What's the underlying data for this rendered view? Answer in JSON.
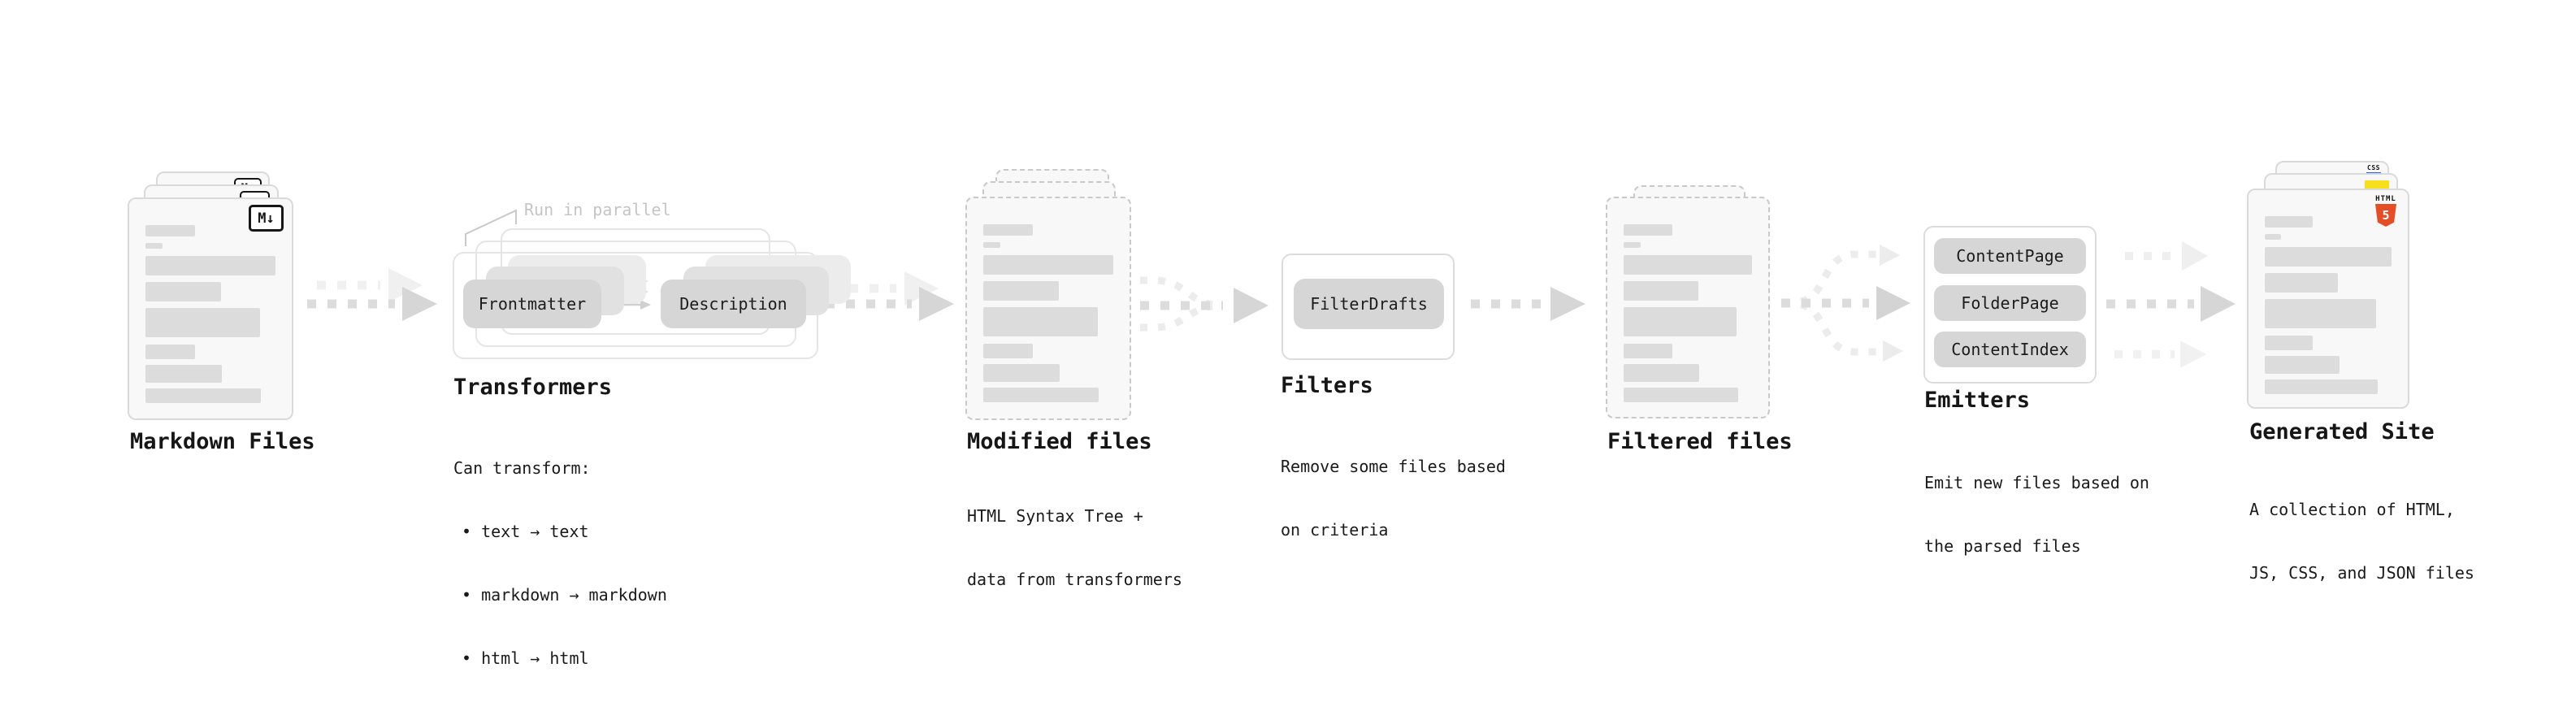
{
  "diagram": {
    "stages": {
      "markdown": {
        "title": "Markdown Files"
      },
      "transformers": {
        "title": "Transformers",
        "note": "Run in parallel",
        "pill_left": "Frontmatter",
        "pill_right": "Description",
        "desc_heading": "Can transform:",
        "bullets": [
          "• text → text",
          "• markdown → markdown",
          "• html → html"
        ]
      },
      "modified": {
        "title": "Modified files",
        "desc_lines": [
          "HTML Syntax Tree +",
          "data from transformers"
        ]
      },
      "filters": {
        "title": "Filters",
        "pill": "FilterDrafts",
        "desc_lines": [
          "Remove some files based",
          "on criteria"
        ]
      },
      "filtered": {
        "title": "Filtered files"
      },
      "emitters": {
        "title": "Emitters",
        "pills": [
          "ContentPage",
          "FolderPage",
          "ContentIndex"
        ],
        "desc_lines": [
          "Emit new files based on",
          "the parsed files"
        ]
      },
      "generated": {
        "title": "Generated Site",
        "desc_lines": [
          "A collection of HTML,",
          "JS, CSS, and JSON files"
        ]
      }
    },
    "icons": {
      "markdown_badge": "M↓",
      "html5_label": "HTML",
      "html5_digit": "5",
      "css_label": "CSS"
    },
    "colors": {
      "html5_orange": "#e44d26",
      "js_yellow": "#f7df1e",
      "css_blue": "#2b63f0"
    }
  }
}
